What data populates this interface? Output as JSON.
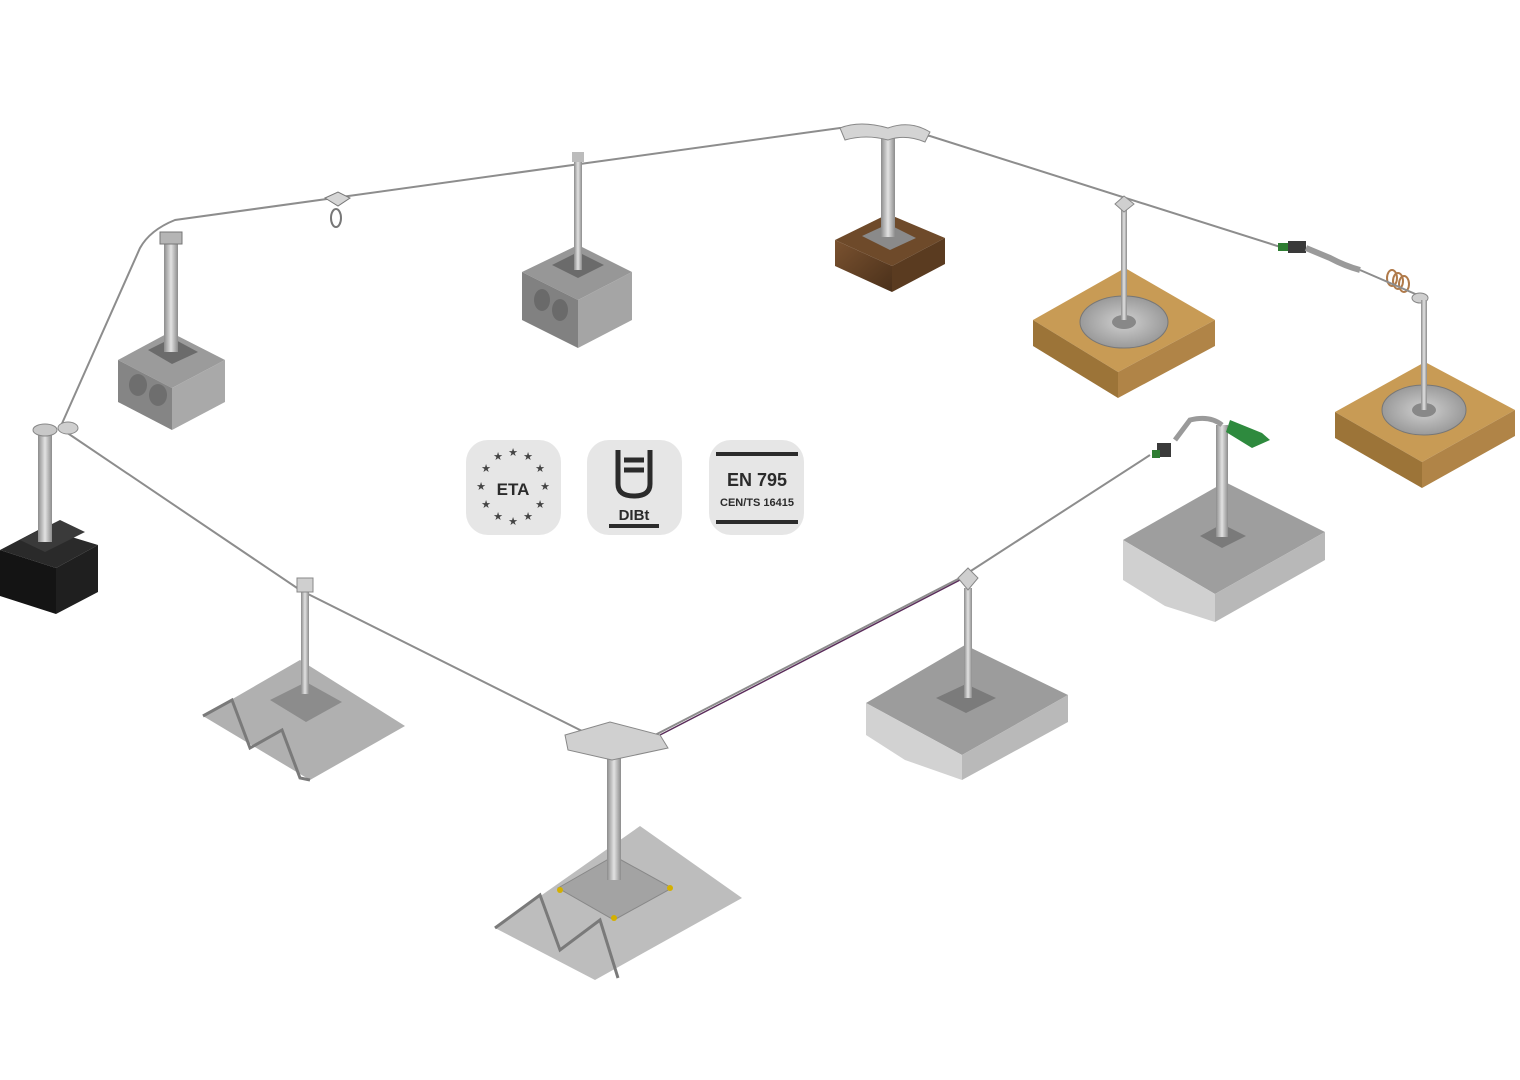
{
  "badges": {
    "eta": {
      "label": "ETA"
    },
    "dibt": {
      "label": "DIBt"
    },
    "en": {
      "line1": "EN 795",
      "line2": "CEN/TS 16415"
    }
  },
  "icons": [
    "eu-stars-icon",
    "dibt-u-icon",
    "en-standard-icon"
  ],
  "colors": {
    "cable": "#8a8a8a",
    "steel": "#bdbdbd",
    "concrete": "#a8a8a8",
    "wood_dark": "#5a3d22",
    "wood_light": "#c79a52",
    "black_beam": "#1e1e1e",
    "badge_bg": "#e6e6e6",
    "tensioner_green": "#2e7d32"
  }
}
